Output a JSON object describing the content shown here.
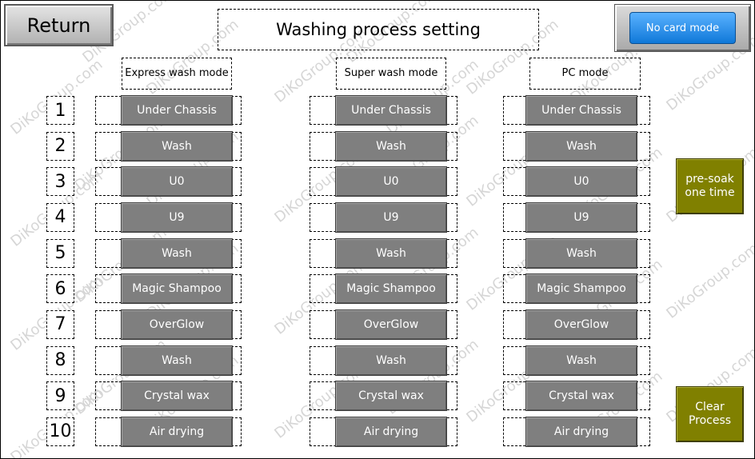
{
  "header": {
    "return_label": "Return",
    "title": "Washing process setting",
    "no_card_label": "No card mode"
  },
  "columns": [
    {
      "id": "express",
      "label": "Express wash mode"
    },
    {
      "id": "super",
      "label": "Super wash mode"
    },
    {
      "id": "pc",
      "label": "PC mode"
    }
  ],
  "steps": [
    {
      "num": "1",
      "express": "Under Chassis",
      "super": "Under Chassis",
      "pc": "Under Chassis"
    },
    {
      "num": "2",
      "express": "Wash",
      "super": "Wash",
      "pc": "Wash"
    },
    {
      "num": "3",
      "express": "U0",
      "super": "U0",
      "pc": "U0"
    },
    {
      "num": "4",
      "express": "U9",
      "super": "U9",
      "pc": "U9"
    },
    {
      "num": "5",
      "express": "Wash",
      "super": "Wash",
      "pc": "Wash"
    },
    {
      "num": "6",
      "express": "Magic Shampoo",
      "super": "Magic Shampoo",
      "pc": "Magic Shampoo"
    },
    {
      "num": "7",
      "express": "OverGlow",
      "super": "OverGlow",
      "pc": "OverGlow"
    },
    {
      "num": "8",
      "express": "Wash",
      "super": "Wash",
      "pc": "Wash"
    },
    {
      "num": "9",
      "express": "Crystal wax",
      "super": "Crystal wax",
      "pc": "Crystal wax"
    },
    {
      "num": "10",
      "express": "Air drying",
      "super": "Air drying",
      "pc": "Air drying"
    }
  ],
  "side": {
    "presoak_label": "pre-soak one time",
    "clear_label": "Clear Process"
  },
  "watermark": "DiKoGroup.com",
  "colors": {
    "step_button": "#7f7f7f",
    "side_button": "#808000",
    "no_card_button": "#1f8ae8"
  }
}
